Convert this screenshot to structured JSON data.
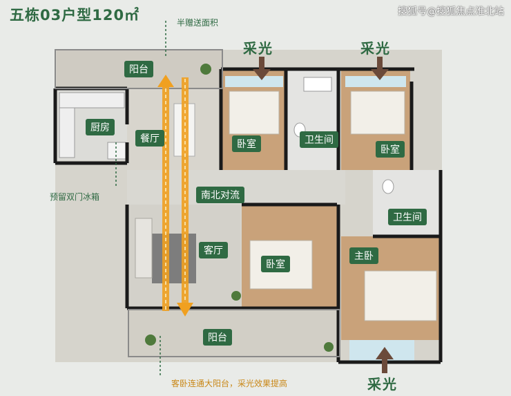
{
  "header": {
    "title": "五栋03户型120㎡",
    "watermark": "搜狐号@搜狐焦点淮北站"
  },
  "light_labels": {
    "top_left": "采光",
    "top_right": "采光",
    "bottom": "采光"
  },
  "rooms": {
    "balcony_top": "阳台",
    "kitchen": "厨房",
    "dining": "餐厅",
    "bedroom_1": "卧室",
    "bath_1": "卫生间",
    "bedroom_2": "卧室",
    "bath_2": "卫生间",
    "ventilation": "南北对流",
    "living": "客厅",
    "bedroom_3": "卧室",
    "master": "主卧",
    "balcony_bottom": "阳台"
  },
  "notes": {
    "half_gift": "半赠送面积",
    "fridge": "预留双门冰箱",
    "balcony_note": "客卧连通大阳台，采光效果提高"
  },
  "colors": {
    "brand_green": "#2f6a43",
    "arrow_orange": "#f0a020",
    "wall": "#1a1a1a",
    "light_arrow": "#6b4a3a"
  }
}
